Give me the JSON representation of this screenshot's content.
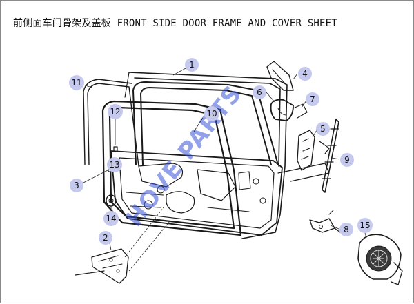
{
  "header": {
    "title_cn": "前侧面车门骨架及盖板",
    "title_en": "FRONT SIDE DOOR FRAME AND COVER SHEET"
  },
  "callouts": [
    {
      "id": "callout-1",
      "label": "1"
    },
    {
      "id": "callout-2",
      "label": "2"
    },
    {
      "id": "callout-3",
      "label": "3"
    },
    {
      "id": "callout-4",
      "label": "4"
    },
    {
      "id": "callout-5",
      "label": "5"
    },
    {
      "id": "callout-6",
      "label": "6"
    },
    {
      "id": "callout-7",
      "label": "7"
    },
    {
      "id": "callout-8",
      "label": "8"
    },
    {
      "id": "callout-9",
      "label": "9"
    },
    {
      "id": "callout-10",
      "label": "10"
    },
    {
      "id": "callout-11",
      "label": "11"
    },
    {
      "id": "callout-12",
      "label": "12"
    },
    {
      "id": "callout-13",
      "label": "13"
    },
    {
      "id": "callout-14",
      "label": "14"
    },
    {
      "id": "callout-15",
      "label": "15"
    }
  ],
  "watermark": {
    "text": "HOVE PARTS"
  }
}
